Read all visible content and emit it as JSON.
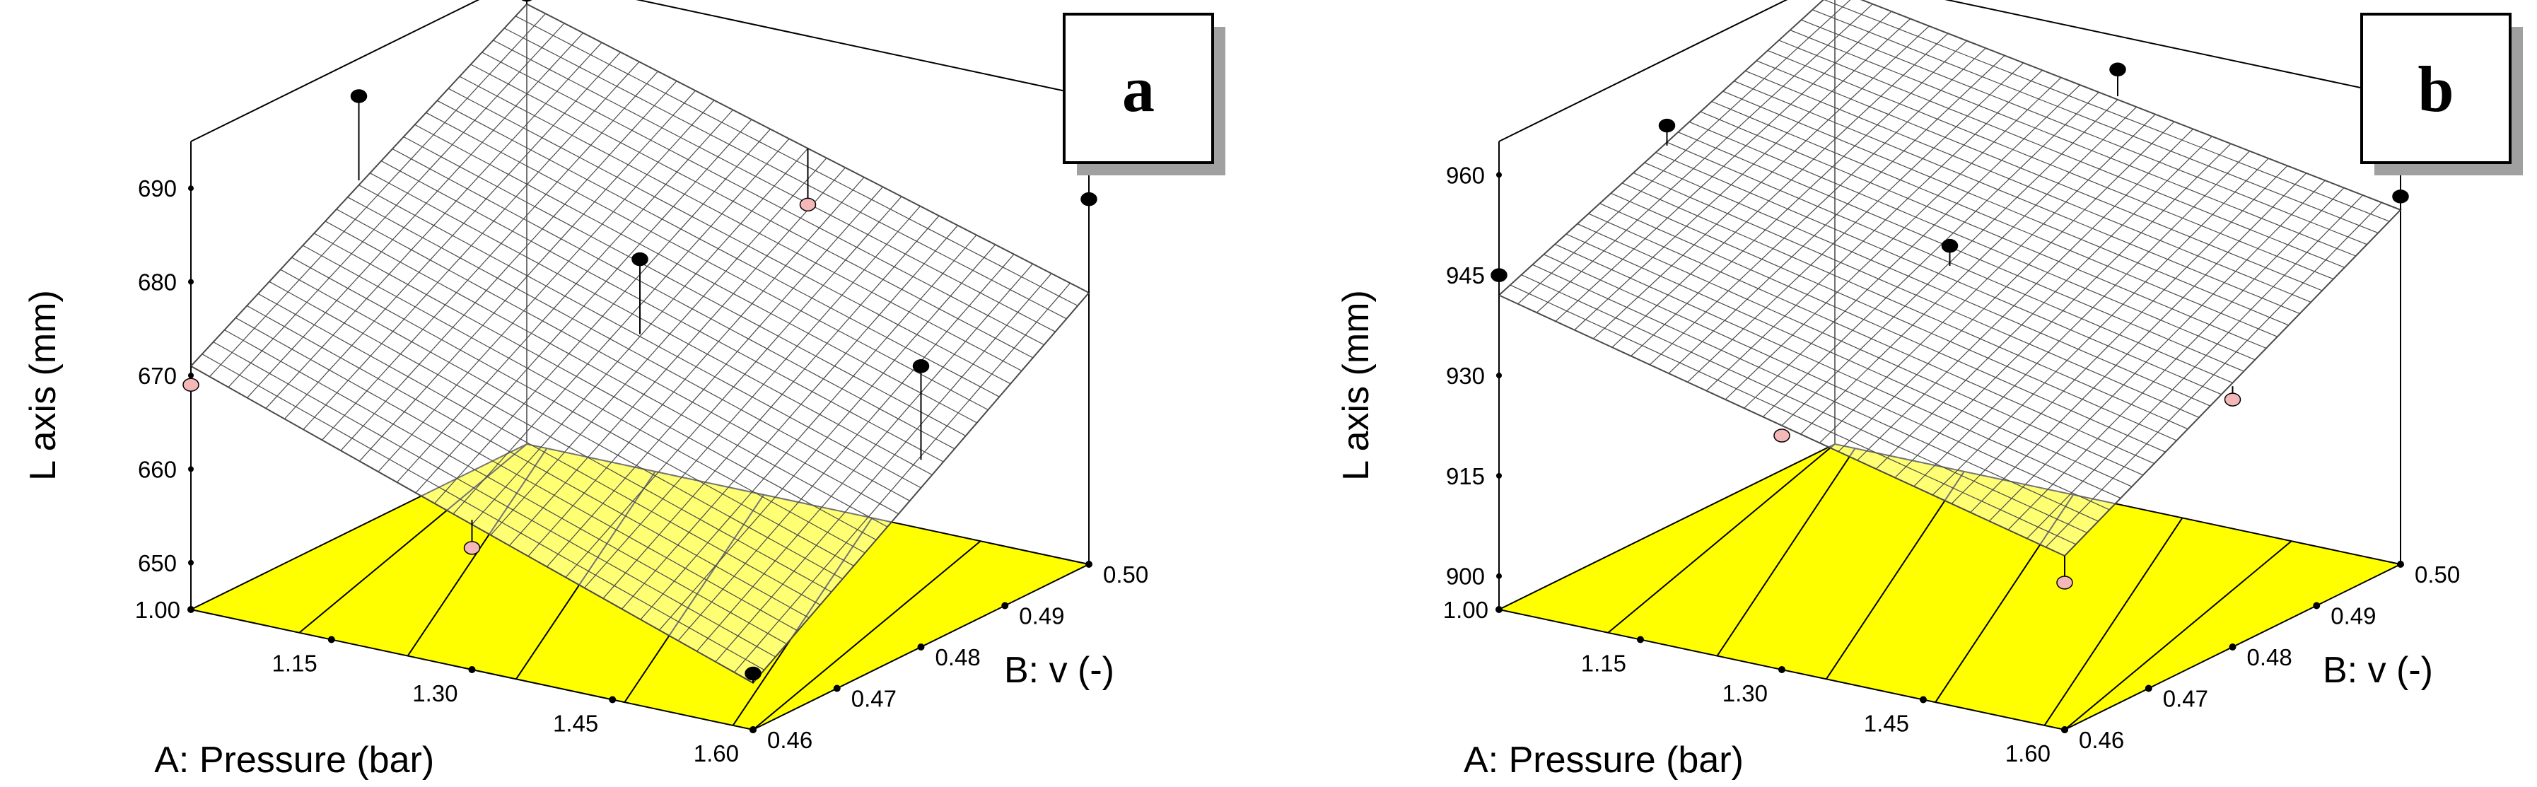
{
  "colors": {
    "floor": "#ffff00",
    "mesh": "#4a4a4a",
    "design_point_above": "#000000",
    "design_point_below": "#f4b8b8"
  },
  "chart_data": [
    {
      "type": "surface",
      "panel_label": "a",
      "xlabel": "A: Pressure (bar)",
      "ylabel": "B: v (-)",
      "zlabel": "L axis (mm)",
      "x_ticks": [
        "1.00",
        "1.15",
        "1.30",
        "1.45",
        "1.60"
      ],
      "y_ticks": [
        "0.46",
        "0.47",
        "0.48",
        "0.49",
        "0.50"
      ],
      "z_ticks": [
        "650",
        "660",
        "670",
        "680",
        "690"
      ],
      "xlim": [
        1.0,
        1.6
      ],
      "ylim": [
        0.46,
        0.5
      ],
      "zlim": [
        645,
        695
      ],
      "surface_corners": {
        "x1_y046": 671,
        "x1_y050": 692,
        "x16_y046": 650,
        "x16_y050": 674
      },
      "design_points": [
        {
          "x": 1.0,
          "y": 0.46,
          "actual": 669,
          "predicted": 671
        },
        {
          "x": 1.0,
          "y": 0.5,
          "actual": 693,
          "predicted": 692
        },
        {
          "x": 1.6,
          "y": 0.46,
          "actual": 651,
          "predicted": 650
        },
        {
          "x": 1.6,
          "y": 0.5,
          "actual": 684,
          "predicted": 674
        },
        {
          "x": 1.3,
          "y": 0.48,
          "actual": 680,
          "predicted": 672
        },
        {
          "x": 1.0,
          "y": 0.48,
          "actual": 691,
          "predicted": 682
        },
        {
          "x": 1.6,
          "y": 0.48,
          "actual": 675,
          "predicted": 665
        },
        {
          "x": 1.3,
          "y": 0.46,
          "actual": 658,
          "predicted": 661
        },
        {
          "x": 1.3,
          "y": 0.5,
          "actual": 677,
          "predicted": 683
        }
      ]
    },
    {
      "type": "surface",
      "panel_label": "b",
      "xlabel": "A: Pressure (bar)",
      "ylabel": "B: v (-)",
      "zlabel": "L axis (mm)",
      "x_ticks": [
        "1.00",
        "1.15",
        "1.30",
        "1.45",
        "1.60"
      ],
      "y_ticks": [
        "0.46",
        "0.47",
        "0.48",
        "0.49",
        "0.50"
      ],
      "z_ticks": [
        "900",
        "915",
        "930",
        "945",
        "960"
      ],
      "xlim": [
        1.0,
        1.6
      ],
      "ylim": [
        0.46,
        0.5
      ],
      "zlim": [
        895,
        965
      ],
      "surface_corners": {
        "x1_y046": 942,
        "x1_y050": 963,
        "x16_y046": 921,
        "x16_y050": 948
      },
      "design_points": [
        {
          "x": 1.0,
          "y": 0.46,
          "actual": 945,
          "predicted": 942
        },
        {
          "x": 1.0,
          "y": 0.5,
          "actual": 964,
          "predicted": 963
        },
        {
          "x": 1.6,
          "y": 0.46,
          "actual": 917,
          "predicted": 921
        },
        {
          "x": 1.6,
          "y": 0.5,
          "actual": 950,
          "predicted": 948
        },
        {
          "x": 1.3,
          "y": 0.48,
          "actual": 946,
          "predicted": 943
        },
        {
          "x": 1.0,
          "y": 0.48,
          "actual": 955,
          "predicted": 952
        },
        {
          "x": 1.6,
          "y": 0.48,
          "actual": 932,
          "predicted": 934
        },
        {
          "x": 1.3,
          "y": 0.46,
          "actual": 930,
          "predicted": 931
        },
        {
          "x": 1.3,
          "y": 0.5,
          "actual": 960,
          "predicted": 956
        }
      ]
    }
  ]
}
